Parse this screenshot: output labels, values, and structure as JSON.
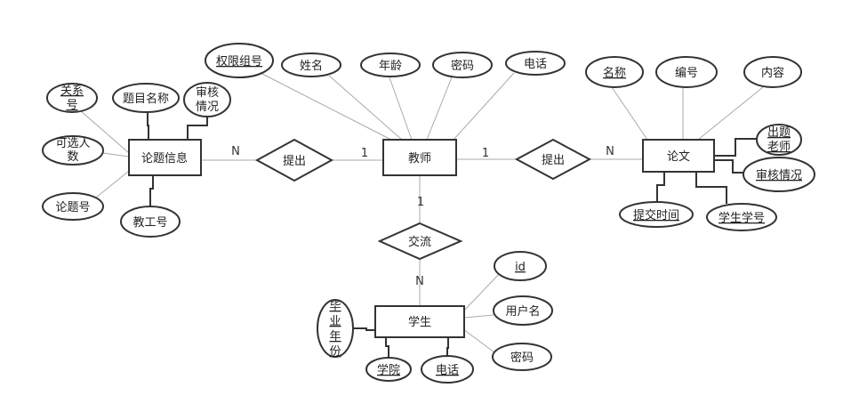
{
  "entities": {
    "teacher": "教师",
    "topic": "论题信息",
    "paper": "论文",
    "student": "学生"
  },
  "relationships": {
    "propose_topic": "提出",
    "propose_paper": "提出",
    "communicate": "交流"
  },
  "cardinalities": {
    "topic_side": "N",
    "teacher_topic_side": "1",
    "teacher_paper_side": "1",
    "paper_side": "N",
    "teacher_comm_side": "1",
    "student_side": "N"
  },
  "teacher_attrs": {
    "perm_group": "权限组号",
    "name": "姓名",
    "age": "年龄",
    "password": "密码",
    "phone": "电话"
  },
  "topic_attrs": {
    "dept_line1": "关系",
    "dept_line2": "号",
    "title": "题目名称",
    "review_line1": "审核",
    "review_line2": "情况",
    "selectable_line1": "可选人",
    "selectable_line2": "数",
    "topic_no": "论题号",
    "staff_no": "教工号"
  },
  "paper_attrs": {
    "name": "名称",
    "number": "编号",
    "content": "内容",
    "setter_line1": "出题",
    "setter_line2": "老师",
    "review": "审核情况",
    "submit_time": "提交时间",
    "student_no": "学生学号"
  },
  "student_attrs": {
    "id": "id",
    "username": "用户名",
    "password": "密码",
    "grad_1": "毕",
    "grad_2": "业",
    "grad_3": "年",
    "grad_4": "份",
    "college": "学院",
    "phone": "电话"
  }
}
